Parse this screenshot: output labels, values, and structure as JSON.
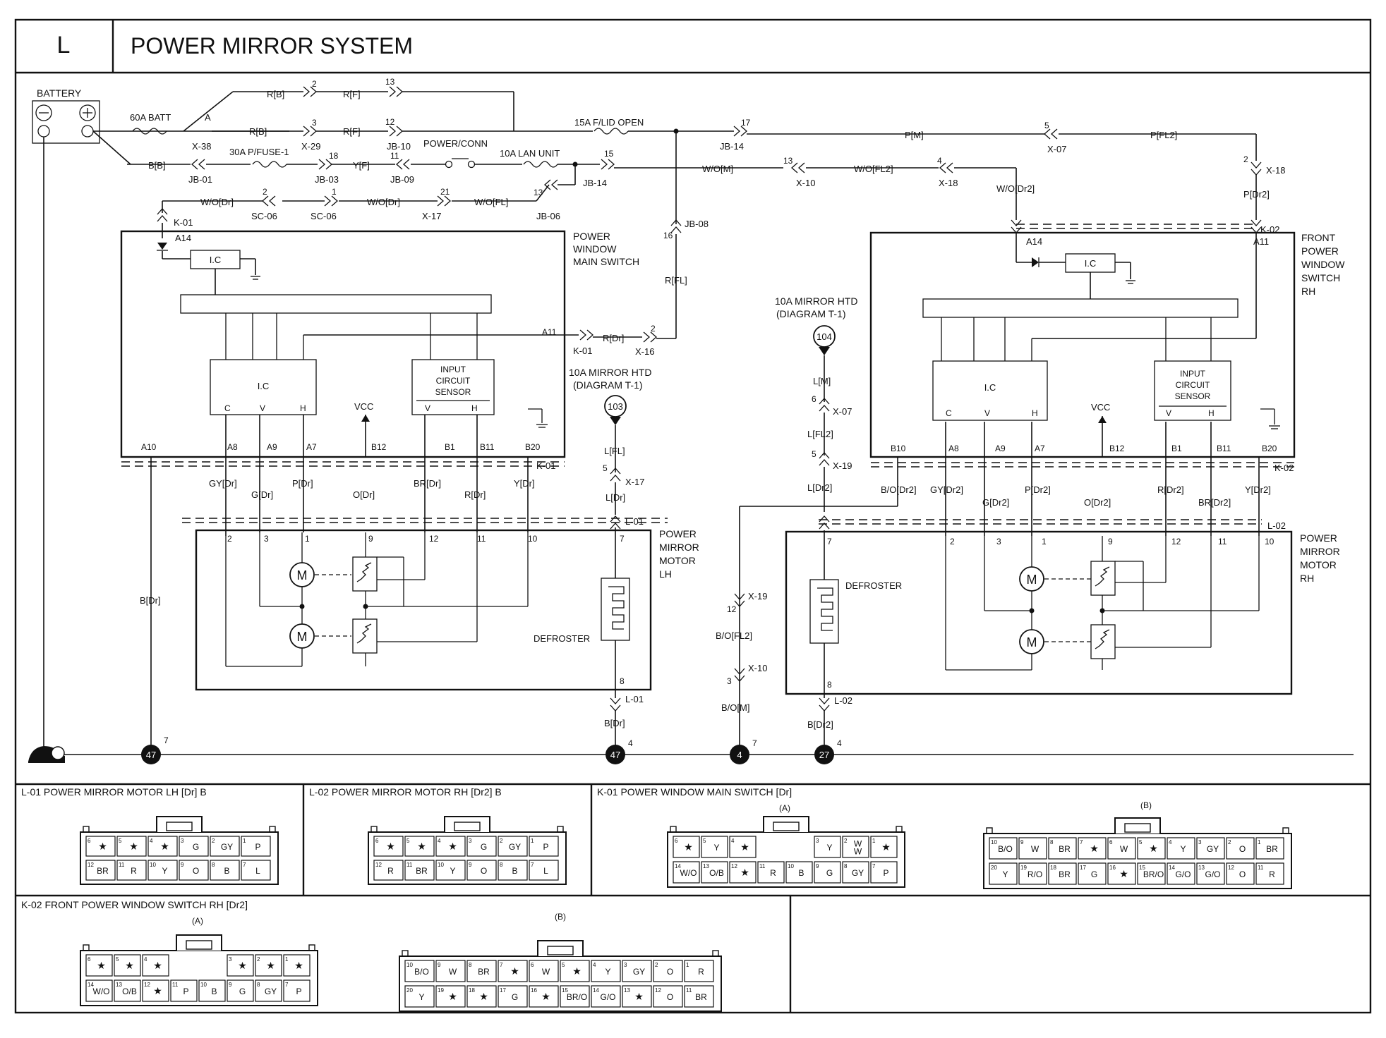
{
  "header": {
    "section": "L",
    "title": "POWER MIRROR SYSTEM"
  },
  "battery": {
    "label": "BATTERY"
  },
  "fuses": [
    "60A BATT",
    "30A P/FUSE-1",
    "15A F/LID OPEN",
    "10A LAN UNIT"
  ],
  "power_conn": "POWER/CONN",
  "conn": {
    "A": "A",
    "X38": "X-38",
    "X29": "X-29",
    "JB10": "JB-10",
    "JB14": "JB-14",
    "X07": "X-07",
    "X18": "X-18",
    "JB01": "JB-01",
    "JB03": "JB-03",
    "JB09": "JB-09",
    "X10": "X-10",
    "JB06": "JB-06",
    "X17": "X-17",
    "SC06": "SC-06",
    "K01": "K-01",
    "K02": "K-02",
    "JB08": "JB-08",
    "X16": "X-16",
    "L01": "L-01",
    "L02": "L-02",
    "X19": "X-19"
  },
  "wires": {
    "RB": "R[B]",
    "RF": "R[F]",
    "BB": "B[B]",
    "YF": "Y[F]",
    "PM": "P[M]",
    "PFL2": "P[FL2]",
    "PDr2": "P[Dr2]",
    "WOM": "W/O[M]",
    "WOFL2": "W/O[FL2]",
    "WODr2": "W/O[Dr2]",
    "WODr": "W/O[Dr]",
    "WOFL": "W/O[FL]",
    "RFL": "R[FL]",
    "RDr": "R[Dr]",
    "GYDr": "GY[Dr]",
    "GDr": "G[Dr]",
    "PDr": "P[Dr]",
    "ODr": "O[Dr]",
    "BRDr": "BR[Dr]",
    "YDr": "Y[Dr]",
    "BDr": "B[Dr]",
    "LFL": "L[FL]",
    "LDr": "L[Dr]",
    "LM": "L[M]",
    "LFL2": "L[FL2]",
    "LDr2": "L[Dr2]",
    "BODr2": "B/O[Dr2]",
    "GYDr2": "GY[Dr2]",
    "GDr2": "G[Dr2]",
    "ODr2": "O[Dr2]",
    "RDr2": "R[Dr2]",
    "BRDr2": "BR[Dr2]",
    "YDr2": "Y[Dr2]",
    "BOFL2": "B/O[FL2]",
    "BOM": "B/O[M]",
    "BDr2": "B[Dr2]"
  },
  "modules": {
    "main_switch": [
      "POWER",
      "WINDOW",
      "MAIN SWITCH"
    ],
    "switch_rh": [
      "FRONT",
      "POWER",
      "WINDOW",
      "SWITCH",
      "RH"
    ],
    "motor_lh": [
      "POWER",
      "MIRROR",
      "MOTOR",
      "LH"
    ],
    "motor_rh": [
      "POWER",
      "MIRROR",
      "MOTOR",
      "RH"
    ]
  },
  "pins": {
    "A14": "A14",
    "A11": "A11",
    "A10": "A10",
    "A8": "A8",
    "A9": "A9",
    "A7": "A7",
    "B12": "B12",
    "B1": "B1",
    "B11": "B11",
    "B20": "B20",
    "B10": "B10"
  },
  "labels": {
    "ic": "I.C",
    "C": "C",
    "V": "V",
    "H": "H",
    "vcc": "VCC",
    "M": "M",
    "input_circuit": [
      "INPUT",
      "CIRCUIT",
      "SENSOR"
    ],
    "defroster": "DEFROSTER",
    "htd": [
      "10A MIRROR HTD",
      "(DIAGRAM T-1)"
    ],
    "n103": "103",
    "n104": "104"
  },
  "grounds": [
    {
      "id": "47",
      "pin": "7"
    },
    {
      "id": "47",
      "pin": "4"
    },
    {
      "id": "4",
      "pin": "7"
    },
    {
      "id": "27",
      "pin": "4"
    }
  ],
  "connectors": {
    "l01": {
      "title": "L-01 POWER MIRROR MOTOR LH [Dr] B",
      "top": [
        [
          "6",
          "★"
        ],
        [
          "5",
          "★"
        ],
        [
          "4",
          "★"
        ],
        [
          "3",
          "G"
        ],
        [
          "2",
          "GY"
        ],
        [
          "1",
          "P"
        ]
      ],
      "bottom": [
        [
          "12",
          "BR"
        ],
        [
          "11",
          "R"
        ],
        [
          "10",
          "Y"
        ],
        [
          "9",
          "O"
        ],
        [
          "8",
          "B"
        ],
        [
          "7",
          "L"
        ]
      ]
    },
    "l02": {
      "title": "L-02 POWER MIRROR MOTOR RH [Dr2] B",
      "top": [
        [
          "6",
          "★"
        ],
        [
          "5",
          "★"
        ],
        [
          "4",
          "★"
        ],
        [
          "3",
          "G"
        ],
        [
          "2",
          "GY"
        ],
        [
          "1",
          "P"
        ]
      ],
      "bottom": [
        [
          "12",
          "R"
        ],
        [
          "11",
          "BR"
        ],
        [
          "10",
          "Y"
        ],
        [
          "9",
          "O"
        ],
        [
          "8",
          "B"
        ],
        [
          "7",
          "L"
        ]
      ]
    },
    "k01": {
      "title": "K-01 POWER WINDOW MAIN SWITCH [Dr]",
      "a_label": "(A)",
      "b_label": "(B)",
      "a_top": [
        [
          "6",
          "★"
        ],
        [
          "5",
          "Y"
        ],
        [
          "4",
          "★"
        ],
        [
          "",
          ""
        ],
        [
          "",
          ""
        ],
        [
          "3",
          "Y"
        ],
        [
          "2",
          "W\nW"
        ],
        [
          "1",
          "★"
        ]
      ],
      "a_bottom": [
        [
          "14",
          "W/O"
        ],
        [
          "13",
          "O/B"
        ],
        [
          "12",
          "★"
        ],
        [
          "11",
          "R"
        ],
        [
          "10",
          "B"
        ],
        [
          "9",
          "G"
        ],
        [
          "8",
          "GY"
        ],
        [
          "7",
          "P"
        ]
      ],
      "b_top": [
        [
          "10",
          "B/O"
        ],
        [
          "9",
          "W"
        ],
        [
          "8",
          "BR"
        ],
        [
          "7",
          "★"
        ],
        [
          "6",
          "W"
        ],
        [
          "5",
          "★"
        ],
        [
          "4",
          "Y"
        ],
        [
          "3",
          "GY"
        ],
        [
          "2",
          "O"
        ],
        [
          "1",
          "BR"
        ]
      ],
      "b_bottom": [
        [
          "20",
          "Y"
        ],
        [
          "19",
          "R/O"
        ],
        [
          "18",
          "BR"
        ],
        [
          "17",
          "G"
        ],
        [
          "16",
          "★"
        ],
        [
          "15",
          "BR/O"
        ],
        [
          "14",
          "G/O"
        ],
        [
          "13",
          "G/O"
        ],
        [
          "12",
          "O"
        ],
        [
          "11",
          "R"
        ]
      ]
    },
    "k02": {
      "title": "K-02 FRONT POWER WINDOW SWITCH RH [Dr2]",
      "a_label": "(A)",
      "b_label": "(B)",
      "a_top": [
        [
          "6",
          "★"
        ],
        [
          "5",
          "★"
        ],
        [
          "4",
          "★"
        ],
        [
          "",
          ""
        ],
        [
          "",
          ""
        ],
        [
          "3",
          "★"
        ],
        [
          "2",
          "★"
        ],
        [
          "1",
          "★"
        ]
      ],
      "a_bottom": [
        [
          "14",
          "W/O"
        ],
        [
          "13",
          "O/B"
        ],
        [
          "12",
          "★"
        ],
        [
          "11",
          "P"
        ],
        [
          "10",
          "B"
        ],
        [
          "9",
          "G"
        ],
        [
          "8",
          "GY"
        ],
        [
          "7",
          "P"
        ]
      ],
      "b_top": [
        [
          "10",
          "B/O"
        ],
        [
          "9",
          "W"
        ],
        [
          "8",
          "BR"
        ],
        [
          "7",
          "★"
        ],
        [
          "6",
          "W"
        ],
        [
          "5",
          "★"
        ],
        [
          "4",
          "Y"
        ],
        [
          "3",
          "GY"
        ],
        [
          "2",
          "O"
        ],
        [
          "1",
          "R"
        ]
      ],
      "b_bottom": [
        [
          "20",
          "Y"
        ],
        [
          "19",
          "★"
        ],
        [
          "18",
          "★"
        ],
        [
          "17",
          "G"
        ],
        [
          "16",
          "★"
        ],
        [
          "15",
          "BR/O"
        ],
        [
          "14",
          "G/O"
        ],
        [
          "13",
          "★"
        ],
        [
          "12",
          "O"
        ],
        [
          "11",
          "BR"
        ]
      ]
    }
  }
}
